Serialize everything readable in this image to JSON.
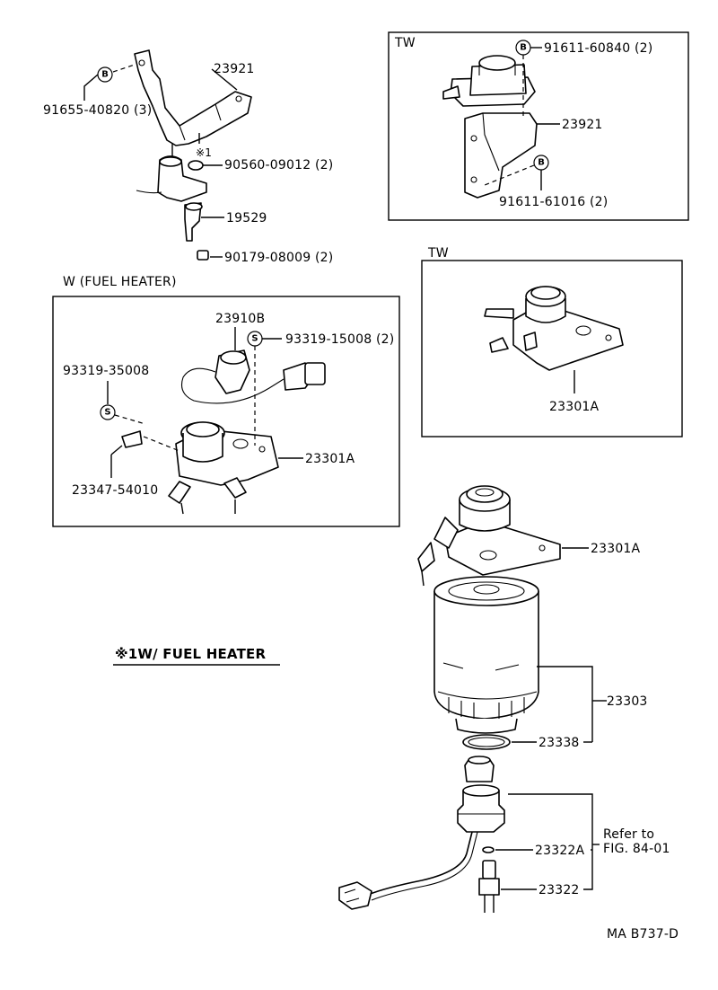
{
  "labels": {
    "bracket_top": "23921",
    "bolt_top_left": "91655-40820 (3)",
    "note_mark": "※1",
    "grommet": "90560-09012 (2)",
    "bracket_small": "19529",
    "nut_small": "90179-08009 (2)",
    "section_fuel_heater": "W (FUEL HEATER)",
    "sensor": "23910B",
    "screw_right": "93319-15008 (2)",
    "screw_left": "93319-35008",
    "clip": "23347-54010",
    "pump_heater": "23301A",
    "tw_box1_title": "TW",
    "tw_bolt_top": "91611-60840 (2)",
    "tw_bracket": "23921",
    "tw_bolt_bottom": "91611-61016 (2)",
    "tw_box2_title": "TW",
    "tw_pump": "23301A",
    "pump_main": "23301A",
    "filter": "23303",
    "oring": "23338",
    "small_oring": "23322A",
    "sensor_switch": "23322",
    "refer_line1": "Refer to",
    "refer_line2": "FIG. 84-01",
    "footnote": "※1W/ FUEL HEATER",
    "diagram_code": "MA B737-D"
  },
  "symbols": {
    "bolt_mark": "B",
    "screw_mark": "S"
  }
}
